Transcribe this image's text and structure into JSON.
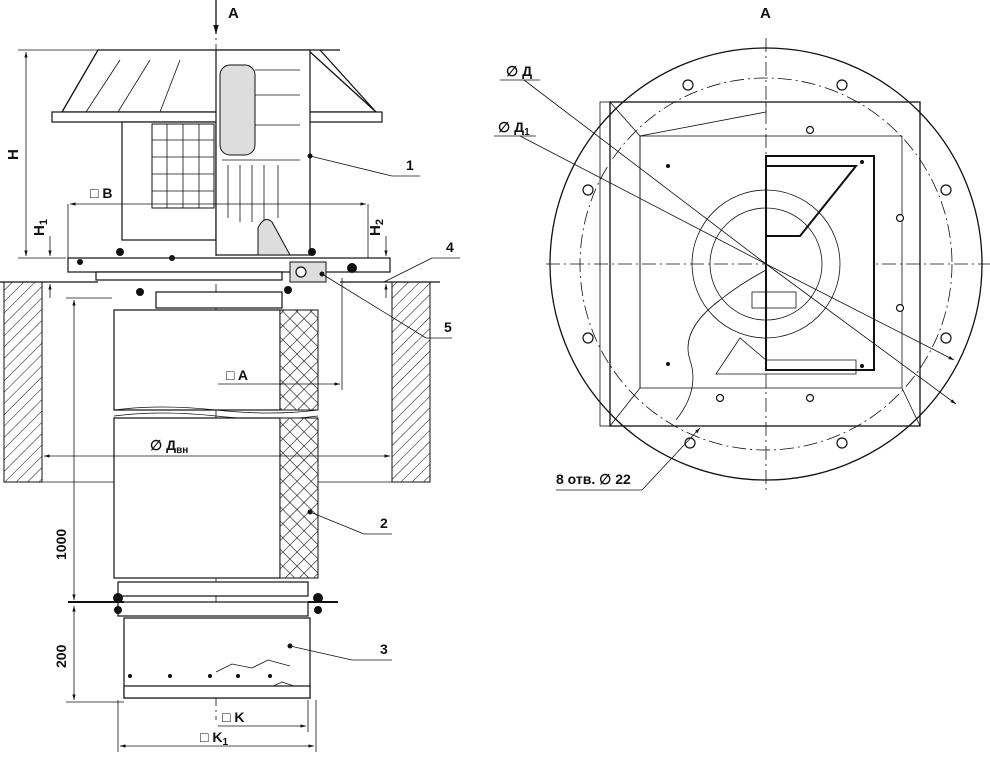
{
  "view_label": "А",
  "section_view_label": "А",
  "dimensions": {
    "H": "H",
    "H1": "H",
    "H1_sub": "1",
    "H2": "H",
    "H2_sub": "2",
    "B": "□ B",
    "A": "□ A",
    "D_inner": "∅ Д",
    "D_inner_sub": "вн",
    "len_1000": "1000",
    "len_200": "200",
    "K": "□ K",
    "K1": "□ K",
    "K1_sub": "1",
    "D": "∅ Д",
    "D1": "∅ Д",
    "D1_sub": "1",
    "holes": "8 отв. ∅ 22"
  },
  "callouts": [
    "1",
    "2",
    "3",
    "4",
    "5"
  ]
}
